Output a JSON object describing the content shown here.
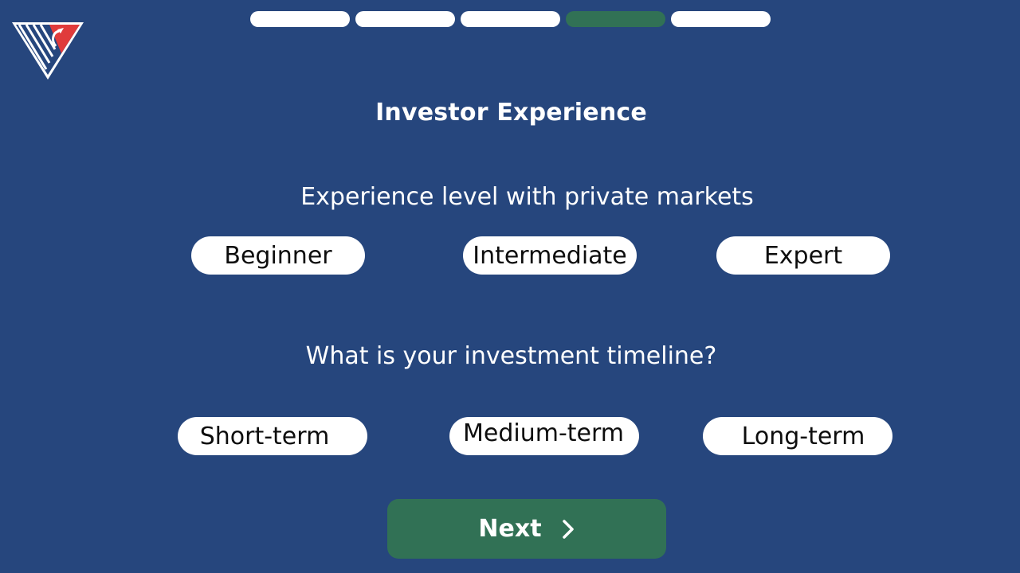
{
  "logo": {
    "icon": "company-logo-icon",
    "colors": [
      "#ffffff",
      "#e03b3b",
      "#26467d"
    ]
  },
  "progress": {
    "steps": 5,
    "current_step": 4,
    "active_color": "#317155",
    "inactive_color": "#ffffff"
  },
  "page": {
    "title": "Investor Experience",
    "background_color": "#26467d"
  },
  "questions": [
    {
      "text": "Experience level with private markets",
      "options": [
        "Beginner",
        "Intermediate",
        "Expert"
      ]
    },
    {
      "text": "What is your investment timeline?",
      "options": [
        "Short-term",
        "Medium-term",
        "Long-term"
      ]
    }
  ],
  "next_button": {
    "label": "Next",
    "icon": "chevron-right-icon",
    "color": "#317155"
  }
}
